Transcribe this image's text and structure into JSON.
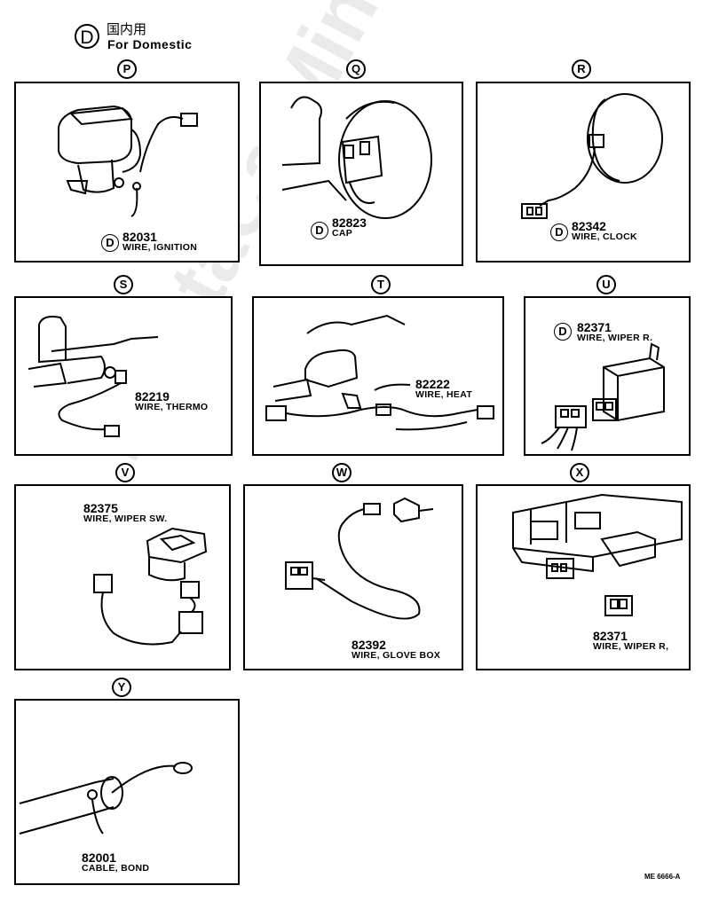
{
  "header": {
    "mark": "D",
    "japanese": "国内用",
    "english": "For Domestic"
  },
  "panels": [
    {
      "letter": "P",
      "part_number": "82031",
      "part_name": "WIRE, IGNITION",
      "domestic": "D"
    },
    {
      "letter": "Q",
      "part_number": "82823",
      "part_name": "CAP",
      "domestic": "D"
    },
    {
      "letter": "R",
      "part_number": "82342",
      "part_name": "WIRE, CLOCK",
      "domestic": "D"
    },
    {
      "letter": "S",
      "part_number": "82219",
      "part_name": "WIRE, THERMO"
    },
    {
      "letter": "T",
      "part_number": "82222",
      "part_name": "WIRE, HEAT"
    },
    {
      "letter": "U",
      "part_number": "82371",
      "part_name": "WIRE, WIPER R.",
      "domestic": "D"
    },
    {
      "letter": "V",
      "part_number": "82375",
      "part_name": "WIRE, WIPER SW."
    },
    {
      "letter": "W",
      "part_number": "82392",
      "part_name": "WIRE, GLOVE BOX"
    },
    {
      "letter": "X",
      "part_number": "82371",
      "part_name": "WIRE, WIPER R,"
    },
    {
      "letter": "Y",
      "part_number": "82001",
      "part_name": "CABLE, BOND"
    }
  ],
  "footer": "ME 6666-A",
  "watermark": "ToyotaCarMine.ru"
}
